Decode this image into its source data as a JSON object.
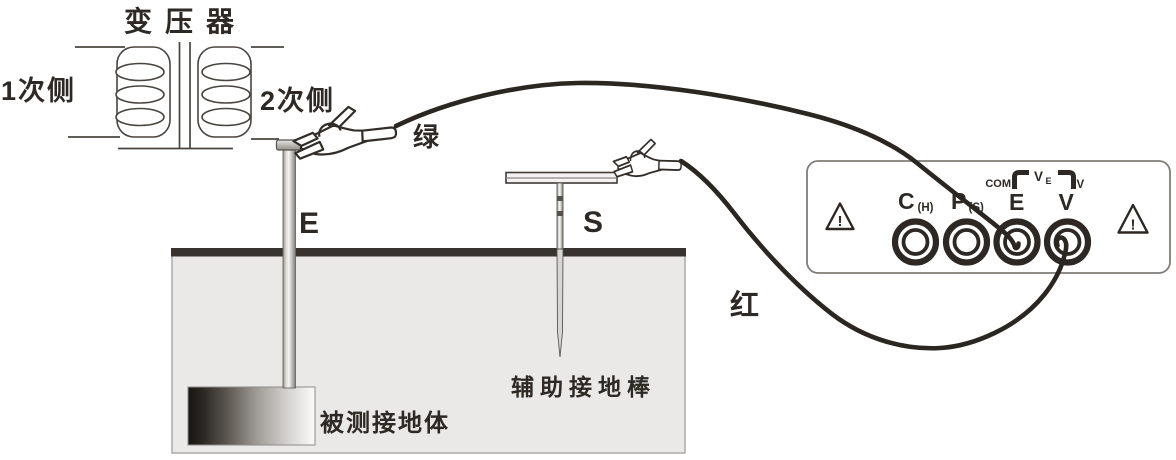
{
  "transformer": {
    "title": "变压器",
    "primary": "1次侧",
    "secondary": "2次侧"
  },
  "probes": {
    "e": "E",
    "s": "S",
    "tested_earth": "被测接地体",
    "aux_rod": "辅助接地棒"
  },
  "wires": {
    "green": "绿",
    "red": "红"
  },
  "meter": {
    "terminals": [
      {
        "main": "C",
        "sub": "(H)"
      },
      {
        "main": "P",
        "sub": "(S)"
      },
      {
        "main": "E",
        "sub": ""
      },
      {
        "main": "V",
        "sub": ""
      }
    ],
    "jumper": {
      "com": "COM",
      "v_main": "V",
      "v_sub": "E",
      "v_right": "V"
    },
    "warning": "!"
  },
  "colors": {
    "ink": "#2d2823",
    "schematic_line": "#4a443e",
    "ground_fill": "#eae9e7",
    "ground_band": "#38332f",
    "panel_border": "#807c78"
  }
}
